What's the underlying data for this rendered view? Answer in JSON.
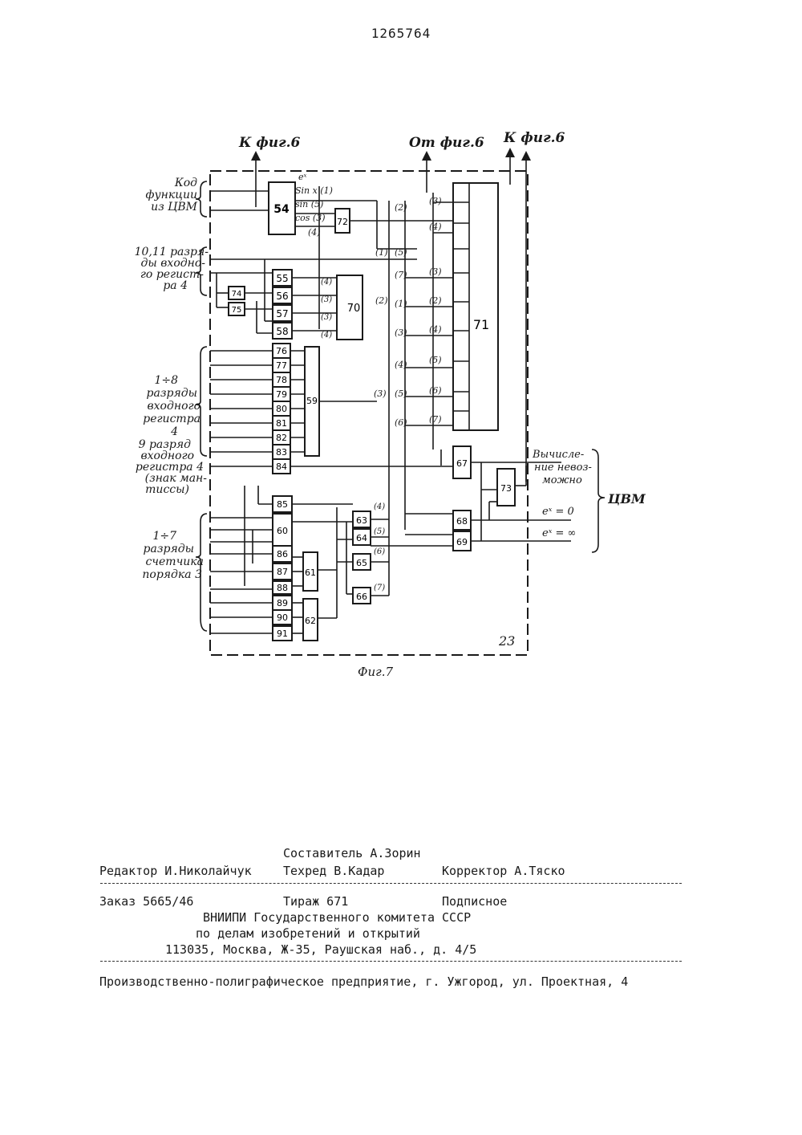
{
  "patent_number": "1265764",
  "figure": {
    "caption": "Фиг.7",
    "frame_label": "23",
    "top_labels": [
      "К фиг.6",
      "От фиг.6",
      "К фиг.6"
    ],
    "left_labels": [
      [
        "Код",
        "функции",
        "из ЦВМ"
      ],
      [
        "10,11 разря-",
        "ды входно-",
        "го регист-",
        "ра 4"
      ],
      [
        "1÷8",
        "разряды",
        "входного",
        "регистра",
        "4"
      ],
      [
        "9 разряд",
        "входного",
        "регистра 4",
        "(знак ман-",
        "тиссы)"
      ],
      [
        "1÷7",
        "разряды",
        "счетчика",
        "порядка 3"
      ]
    ],
    "right_labels": {
      "calc": [
        "Вычисле-",
        "ние невоз-",
        "можно"
      ],
      "cvm": "ЦВМ",
      "ex0": "eˣ = 0",
      "exinf": "eˣ = ∞"
    },
    "blocks": {
      "b54": "54",
      "b72": "72",
      "b70": "70",
      "b71": "71",
      "b59": "59",
      "b61": "61",
      "b62": "62",
      "b67": "67",
      "b73": "73",
      "b68": "68",
      "b69": "69",
      "b74": "74",
      "b75": "75",
      "b63": "63",
      "b64": "64",
      "b65": "65",
      "b66": "66"
    },
    "b54_outputs": [
      "eˣ",
      "Sin x (1)",
      "sin (5)",
      "cos (3)",
      "(4)"
    ],
    "col55": [
      "55",
      "56",
      "57",
      "58"
    ],
    "col76": [
      "76",
      "77",
      "78",
      "79",
      "80",
      "81",
      "82",
      "83",
      "84"
    ],
    "col85": [
      "85",
      "60",
      "86",
      "87",
      "88",
      "89",
      "90",
      "91"
    ],
    "tags_left": [
      "(2)",
      "(1)",
      "(5)",
      "(7)",
      "(1)",
      "(2)",
      "(3)",
      "(4)",
      "(5)",
      "(6)",
      "(3)"
    ],
    "tags_71": [
      "(3)",
      "(4)",
      "(3)",
      "(2)",
      "(4)",
      "(5)",
      "(6)",
      "(7)"
    ],
    "tags_70": [
      "(4)",
      "(3)",
      "(3)",
      "(4)"
    ],
    "tags_63": [
      "(4)",
      "(5)",
      "(6)",
      "(7)"
    ]
  },
  "colophon": {
    "sostavitel": "Составитель А.Зорин",
    "redaktor": "Редактор И.Николайчук",
    "tehred": "Техред В.Кадар",
    "korrektor": "Корректор А.Тяско",
    "zakaz": "Заказ 5665/46",
    "tirazh": "Тираж 671",
    "podpisnoe": "Подписное",
    "org1": "ВНИИПИ Государственного комитета СССР",
    "org2": "по делам изобретений и открытий",
    "address": "113035, Москва, Ж-35, Раушская наб., д. 4/5",
    "printer": "Производственно-полиграфическое предприятие, г. Ужгород, ул. Проектная, 4"
  }
}
